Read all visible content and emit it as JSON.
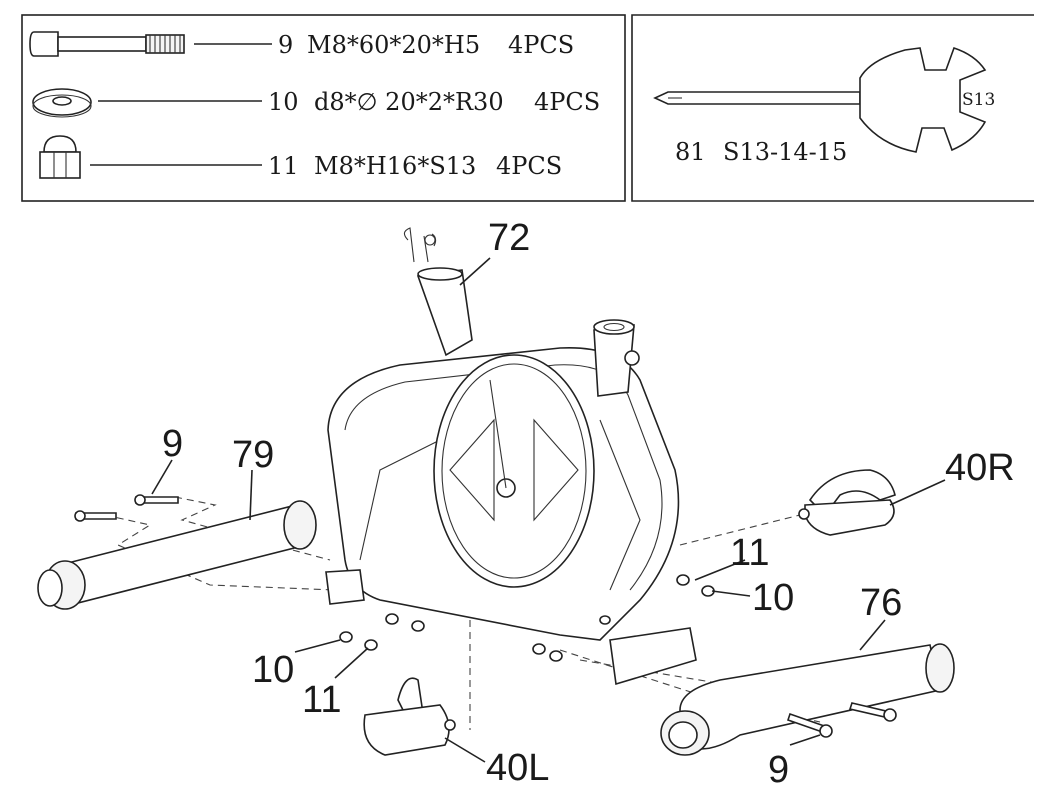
{
  "hardware_box": {
    "rows": [
      {
        "num": "9",
        "spec": "M8*60*20*H5",
        "qty": "4PCS"
      },
      {
        "num": "10",
        "spec": "d8*∅ 20*2*R30",
        "qty": "4PCS"
      },
      {
        "num": "11",
        "spec": "M8*H16*S13",
        "qty": "4PCS"
      }
    ]
  },
  "tool_box": {
    "wrench_label": "S13",
    "num": "81",
    "spec": "S13-14-15"
  },
  "callouts": {
    "handlebar_post": "72",
    "rear_stabilizer": "79",
    "front_stabilizer": "76",
    "pedal_right": "40R",
    "pedal_left": "40L",
    "bolt_top_left": "9",
    "bolt_bottom_right": "9",
    "washer_left": "10",
    "washer_right": "10",
    "nut_left": "11",
    "nut_right": "11"
  }
}
